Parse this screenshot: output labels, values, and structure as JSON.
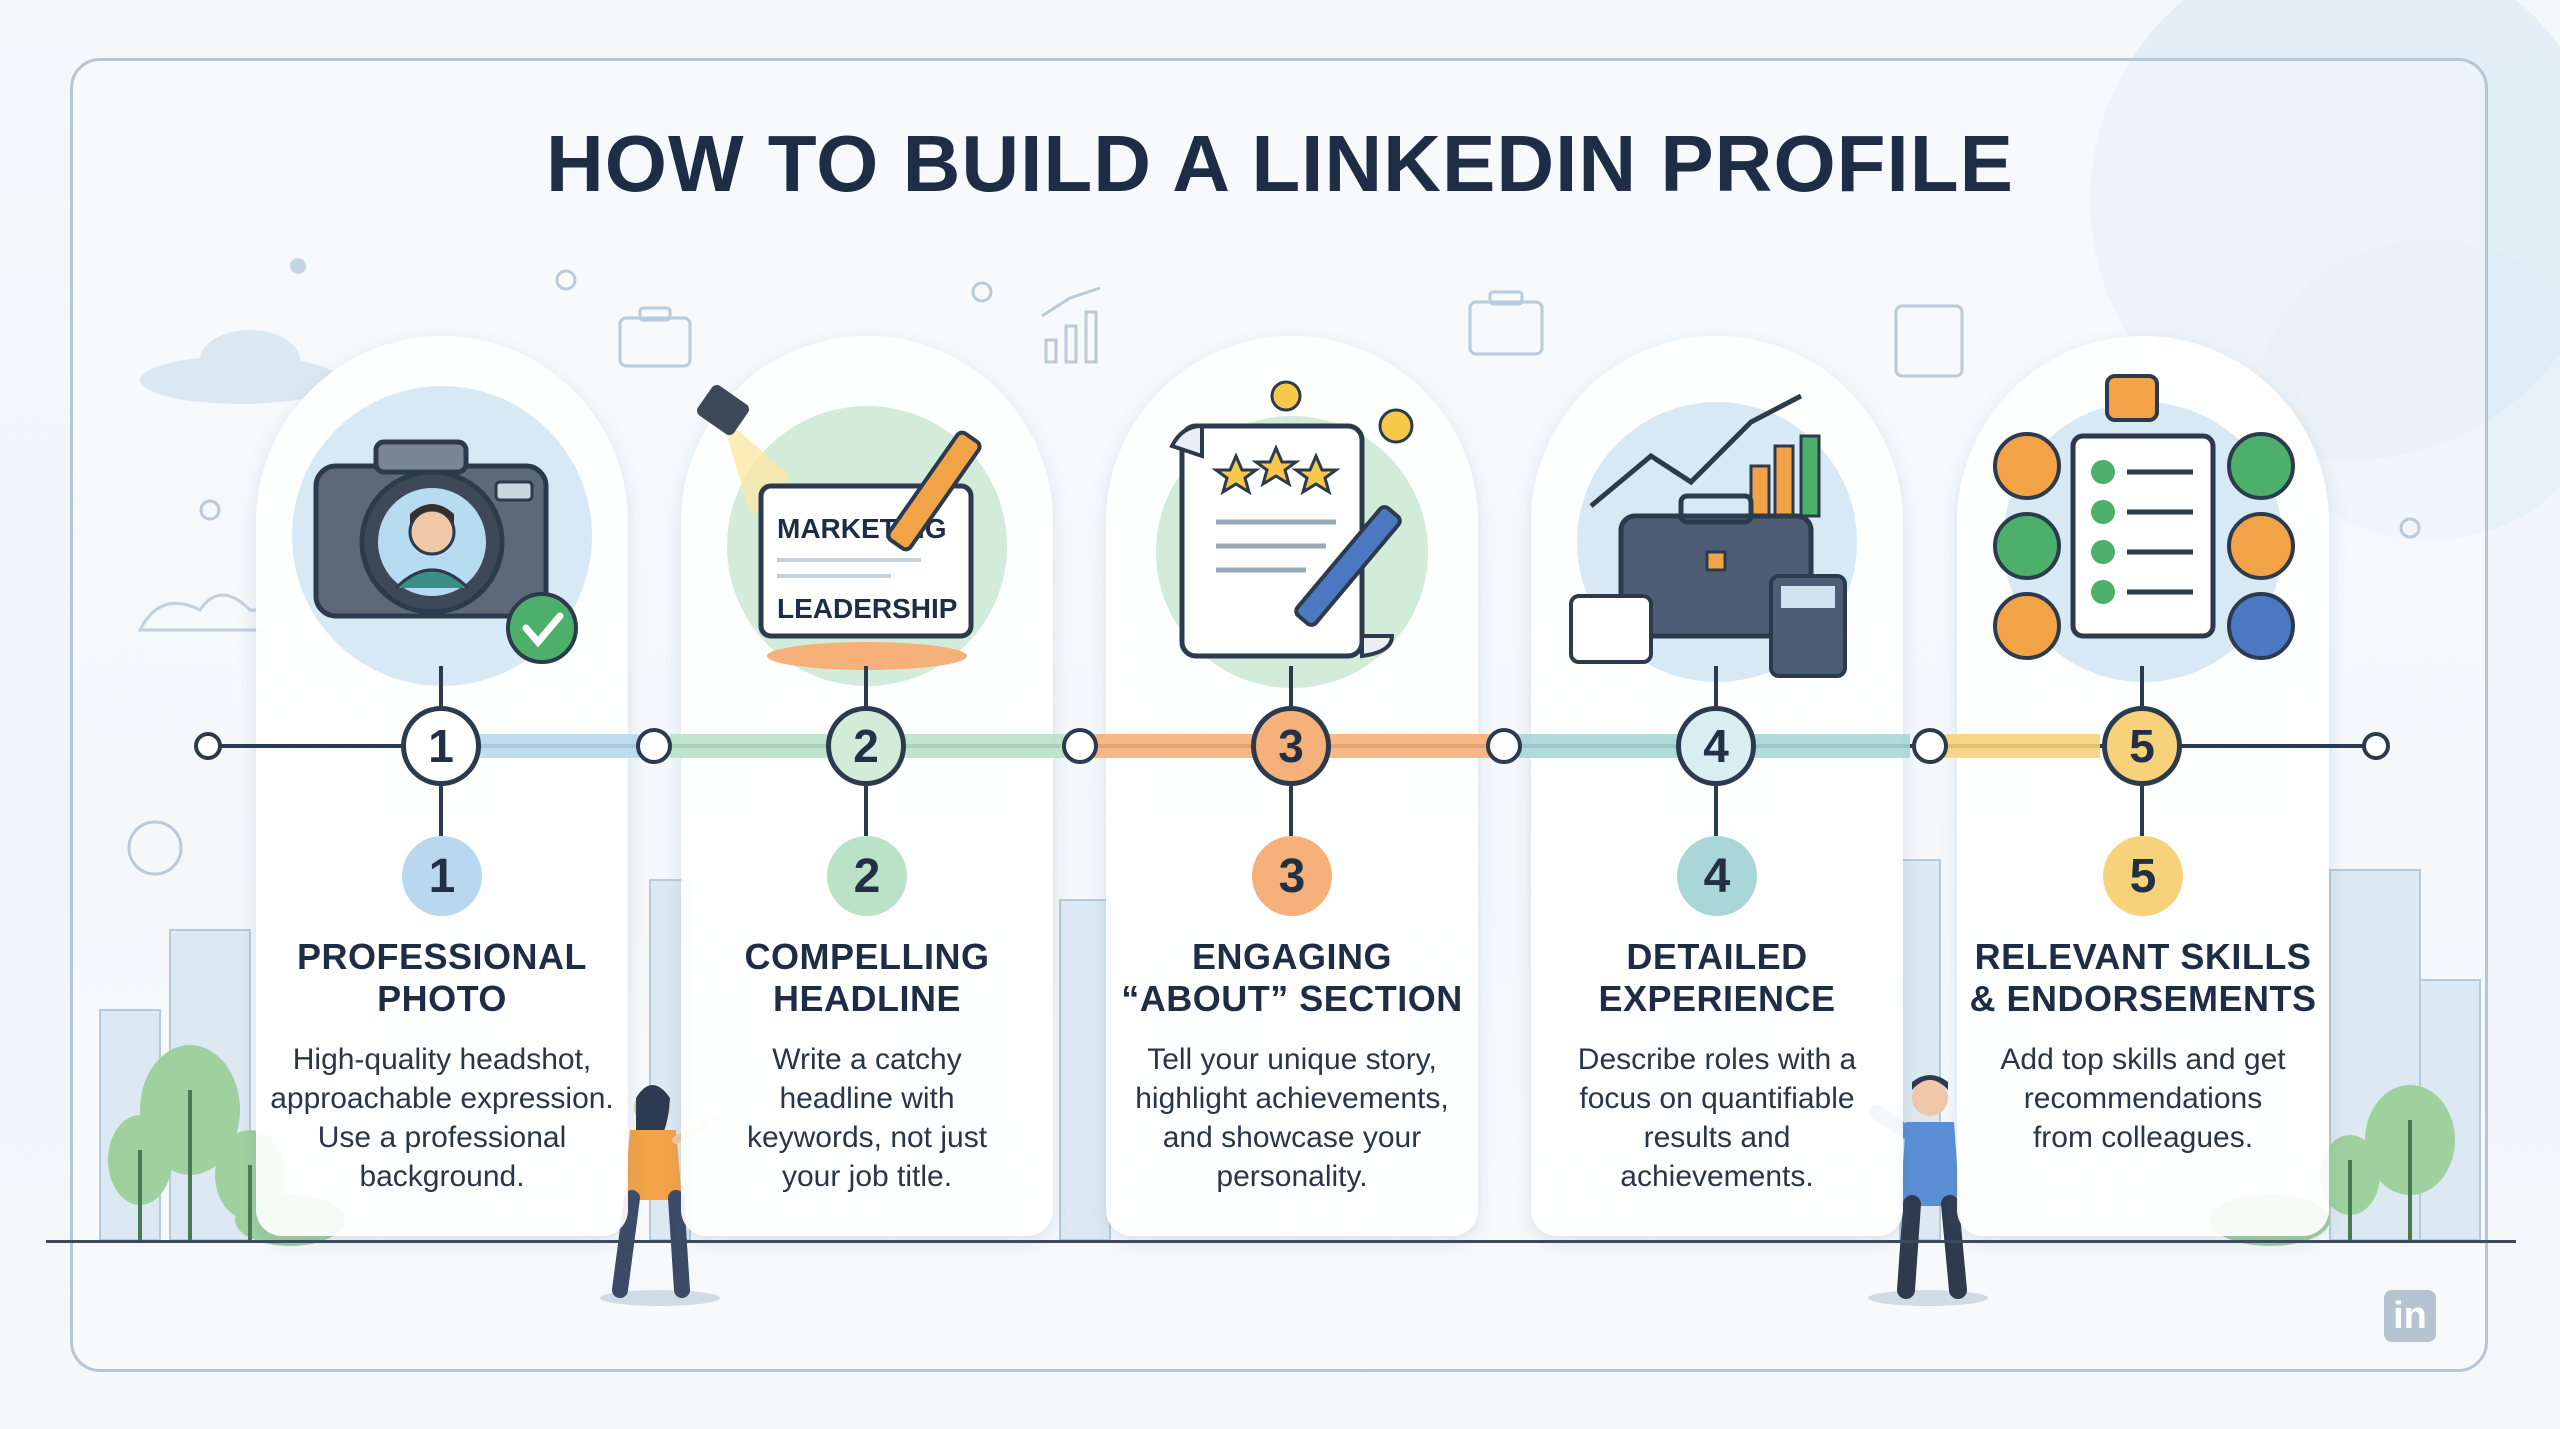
{
  "title": "HOW TO BUILD A LINKEDIN PROFILE",
  "icons": {
    "step1": "camera-icon",
    "step2": "headline-sign-icon",
    "step3": "scroll-document-icon",
    "step4": "briefcase-growth-icon",
    "step5": "skills-checklist-icon",
    "corner": "linkedin-icon"
  },
  "sign_text": {
    "line1": "MARKETING",
    "line2": "LEADERSHIP"
  },
  "corner_logo": "in",
  "steps": [
    {
      "number": "1",
      "title_line1": "PROFESSIONAL",
      "title_line2": "PHOTO",
      "desc_line1": "High-quality headshot,",
      "desc_line2": "approachable expression.",
      "desc_line3": "Use a professional",
      "desc_line4": "background.",
      "color": "#b9d8ef"
    },
    {
      "number": "2",
      "title_line1": "COMPELLING",
      "title_line2": "HEADLINE",
      "desc_line1": "Write a catchy",
      "desc_line2": "headline with",
      "desc_line3": "keywords, not just",
      "desc_line4": "your job title.",
      "color": "#b9e2c6"
    },
    {
      "number": "3",
      "title_line1": "ENGAGING",
      "title_line2": "“ABOUT” SECTION",
      "desc_line1": "Tell your unique story,",
      "desc_line2": "highlight achievements,",
      "desc_line3": "and showcase your",
      "desc_line4": "personality.",
      "color": "#f6b07a"
    },
    {
      "number": "4",
      "title_line1": "DETAILED",
      "title_line2": "EXPERIENCE",
      "desc_line1": "Describe roles with a",
      "desc_line2": "focus on quantifiable",
      "desc_line3": "results and",
      "desc_line4": "achievements.",
      "color": "#a9d6d6"
    },
    {
      "number": "5",
      "title_line1": "RELEVANT SKILLS",
      "title_line2": "& ENDORSEMENTS",
      "desc_line1": "Add top skills and get",
      "desc_line2": "recommendations",
      "desc_line3": "from colleagues.",
      "desc_line4": "",
      "color": "#f7d27a"
    }
  ]
}
